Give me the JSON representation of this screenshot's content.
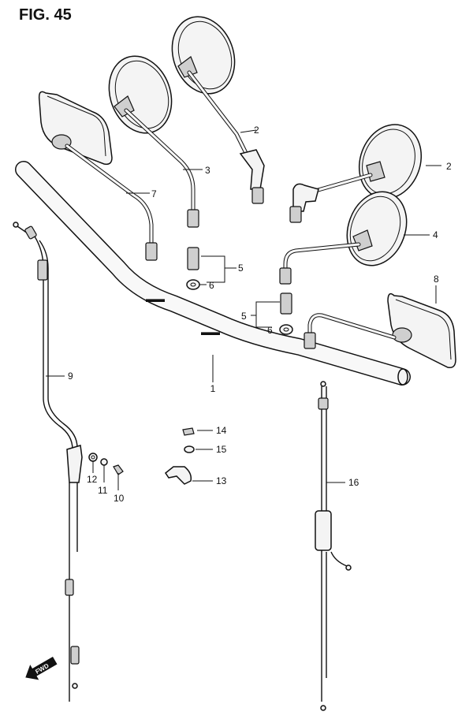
{
  "figure": {
    "title": "FIG. 45",
    "fwd_label": "FWD"
  },
  "callouts": {
    "p1": "1",
    "p2a": "2",
    "p2b": "2",
    "p3": "3",
    "p4": "4",
    "p5a": "5",
    "p5b": "5",
    "p6a": "6",
    "p6b": "6",
    "p7": "7",
    "p8": "8",
    "p9": "9",
    "p10": "10",
    "p11": "11",
    "p12": "12",
    "p13": "13",
    "p14": "14",
    "p15": "15",
    "p16": "16"
  }
}
